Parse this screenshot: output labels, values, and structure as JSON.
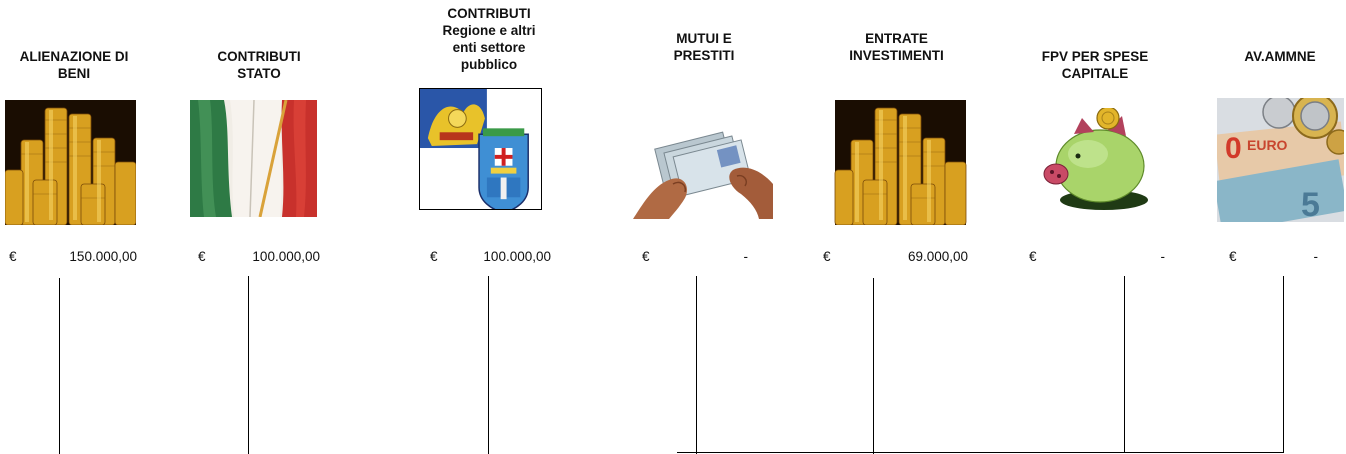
{
  "currency_symbol": "€",
  "columns": [
    {
      "title": "ALIENAZIONE DI\nBENI",
      "amount": "150.000,00",
      "image": "gold-coins-image"
    },
    {
      "title": "CONTRIBUTI\nSTATO",
      "amount": "100.000,00",
      "image": "italian-flag-image"
    },
    {
      "title": "CONTRIBUTI\nRegione e altri\nenti settore\npubblico",
      "amount": "100.000,00",
      "image": "regional-crests-image"
    },
    {
      "title": "MUTUI E\nPRESTITI",
      "amount": "-",
      "image": "banknotes-hands-image"
    },
    {
      "title": "ENTRATE\nINVESTIMENTI",
      "amount": "69.000,00",
      "image": "gold-coins-image"
    },
    {
      "title": "FPV PER SPESE\nCAPITALE",
      "amount": "-",
      "image": "piggy-bank-image"
    },
    {
      "title": "AV.AMMNE",
      "amount": "-",
      "image": "euro-notes-coins-image"
    }
  ]
}
